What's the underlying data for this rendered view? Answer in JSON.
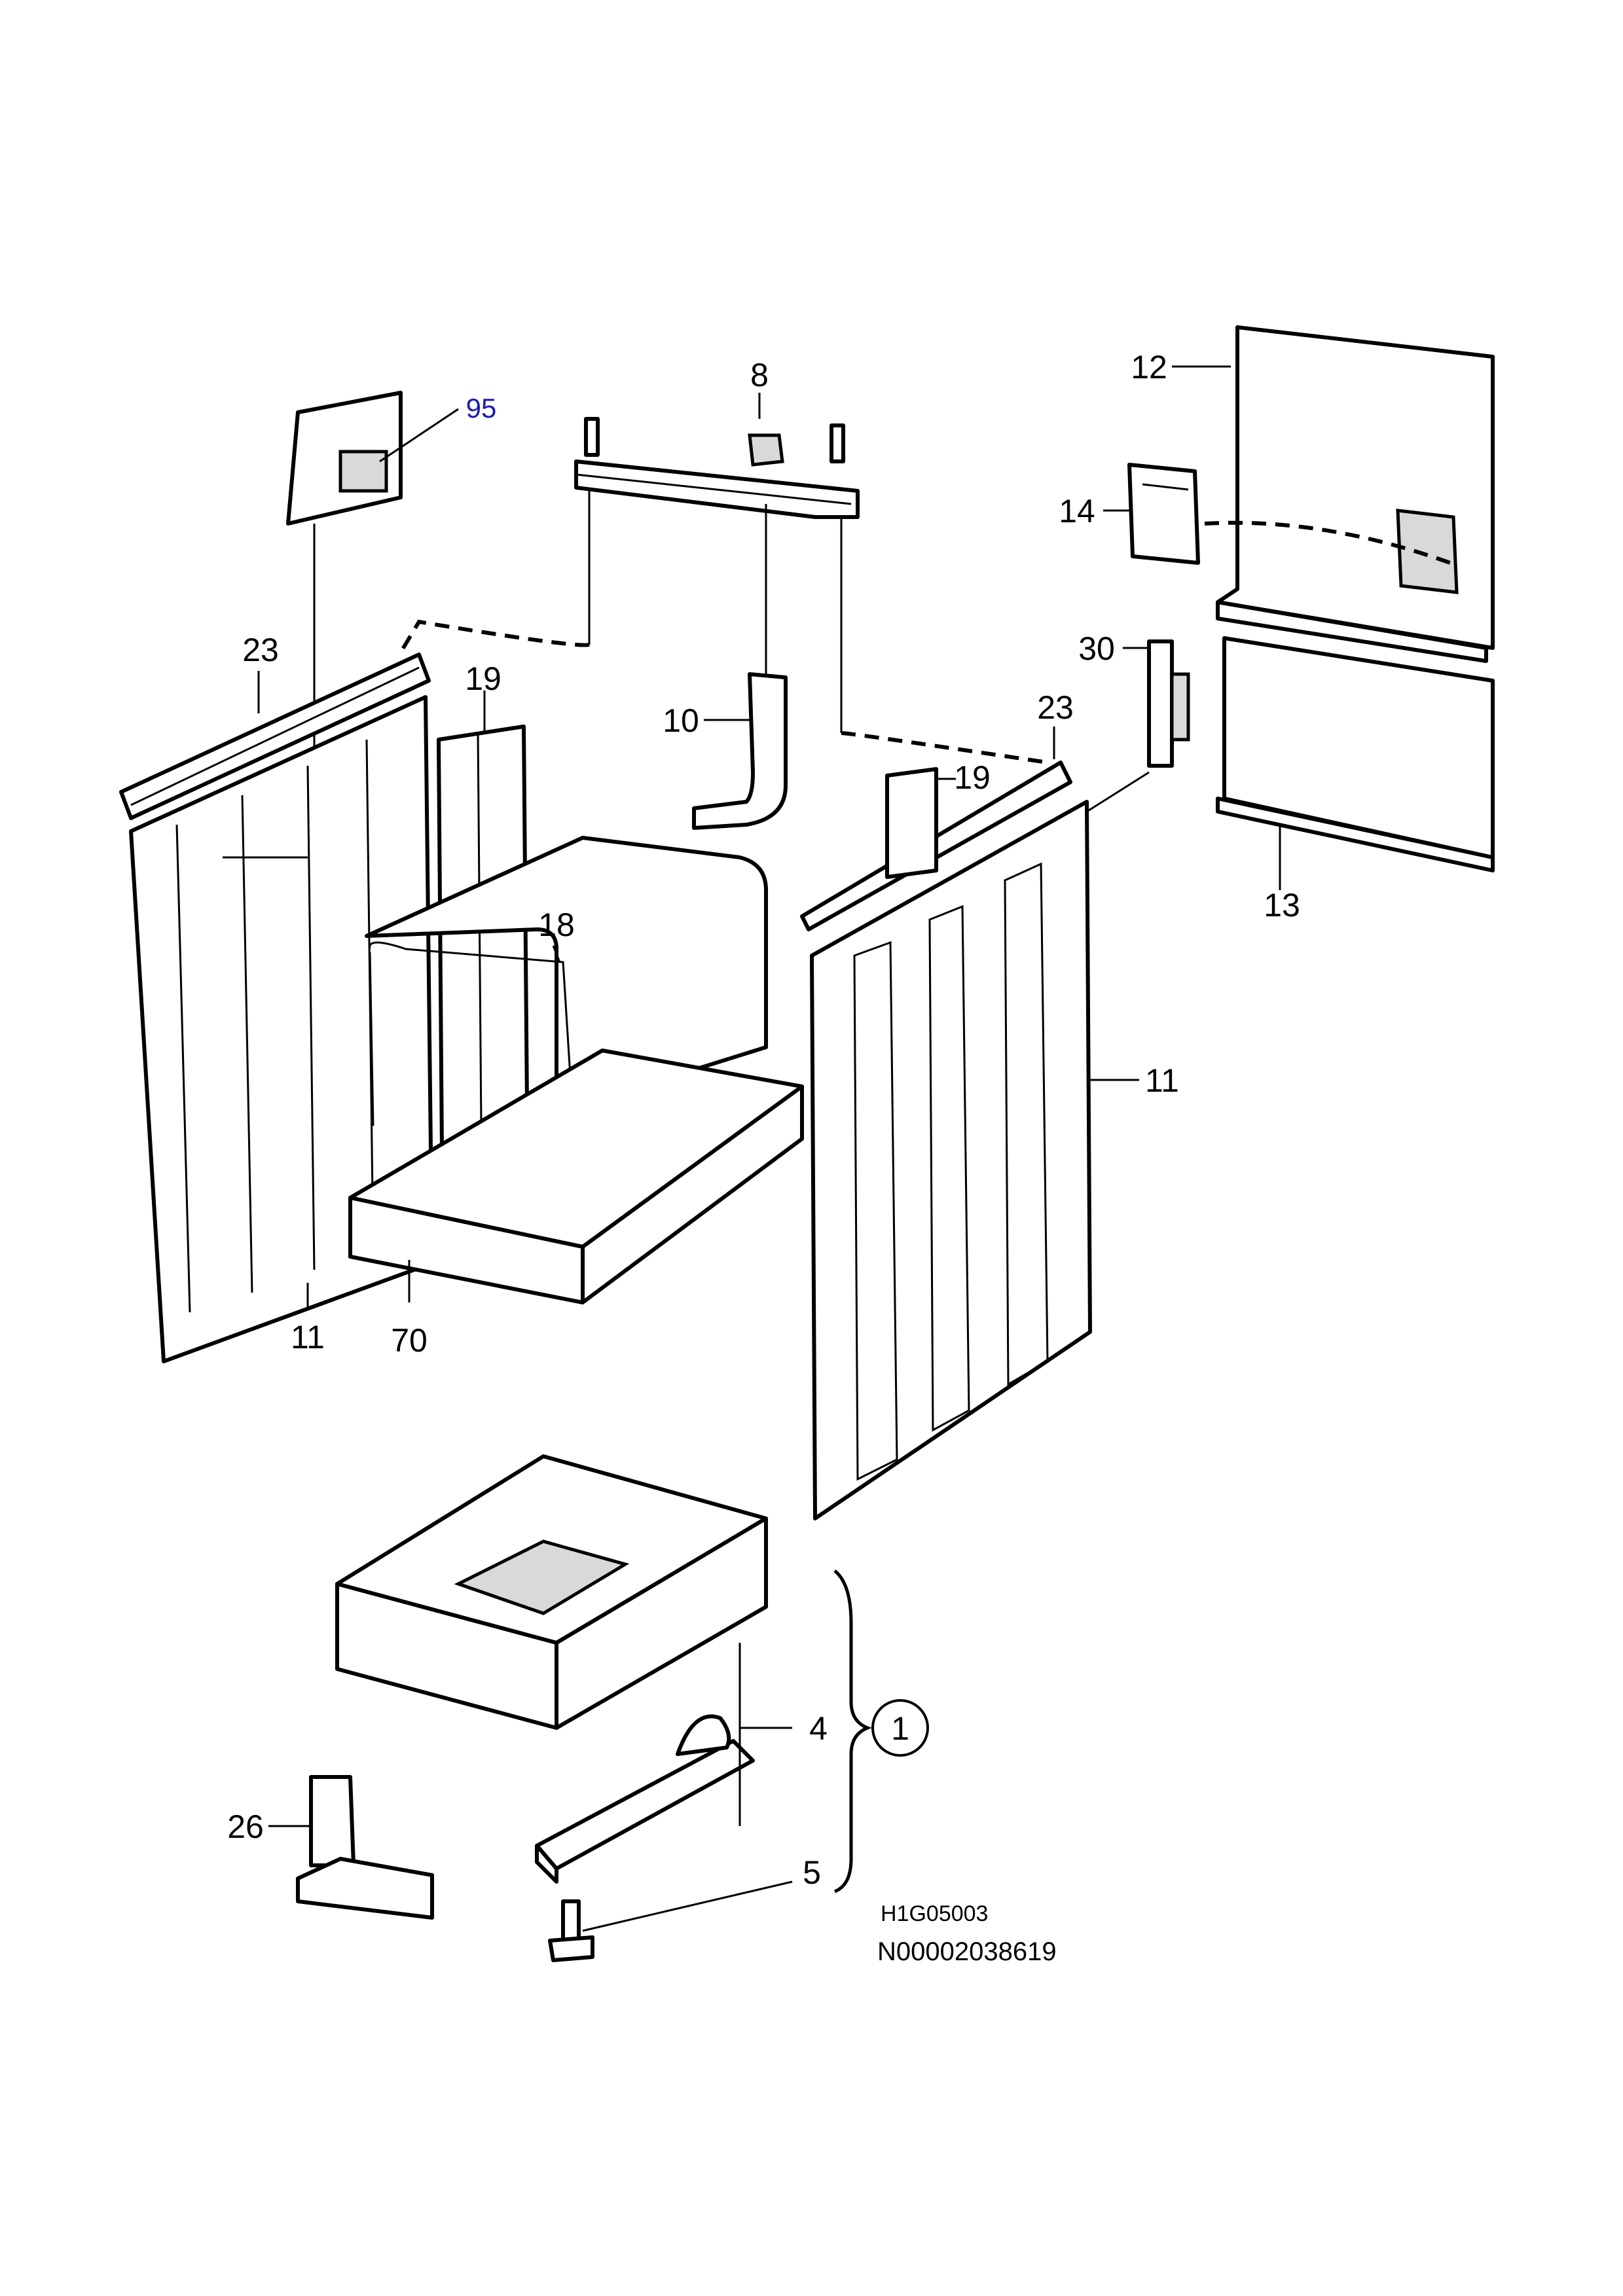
{
  "diagram": {
    "callouts": [
      {
        "id": "c8",
        "label": "8"
      },
      {
        "id": "c95",
        "label": "95"
      },
      {
        "id": "c12",
        "label": "12"
      },
      {
        "id": "c14",
        "label": "14"
      },
      {
        "id": "c30",
        "label": "30"
      },
      {
        "id": "c23a",
        "label": "23"
      },
      {
        "id": "c19a",
        "label": "19"
      },
      {
        "id": "c10",
        "label": "10"
      },
      {
        "id": "c23b",
        "label": "23"
      },
      {
        "id": "c19b",
        "label": "19"
      },
      {
        "id": "c13",
        "label": "13"
      },
      {
        "id": "c18",
        "label": "18"
      },
      {
        "id": "c11a",
        "label": "11"
      },
      {
        "id": "c11b",
        "label": "11"
      },
      {
        "id": "c70",
        "label": "70"
      },
      {
        "id": "c4",
        "label": "4"
      },
      {
        "id": "c1",
        "label": "1"
      },
      {
        "id": "c26",
        "label": "26"
      },
      {
        "id": "c5",
        "label": "5"
      }
    ],
    "reference_codes": [
      "H1G05003",
      "N00002038619"
    ],
    "colors": {
      "line": "#000000",
      "background": "#ffffff",
      "link": "#1a1ab4"
    }
  }
}
